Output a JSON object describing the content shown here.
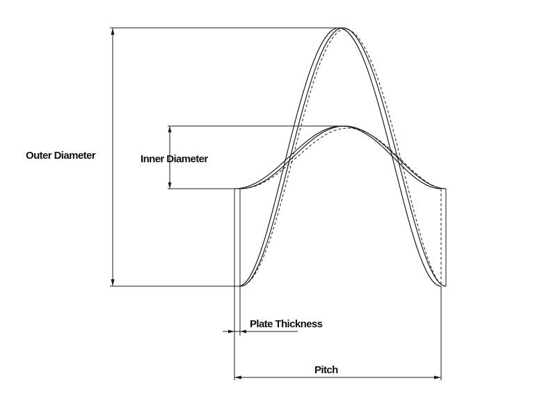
{
  "labels": {
    "outer_diameter": "Outer Diameter",
    "inner_diameter": "Inner Diameter",
    "plate_thickness": "Plate Thickness",
    "pitch": "Pitch"
  },
  "colors": {
    "line": "#1a1a1a",
    "background": "#ffffff"
  }
}
